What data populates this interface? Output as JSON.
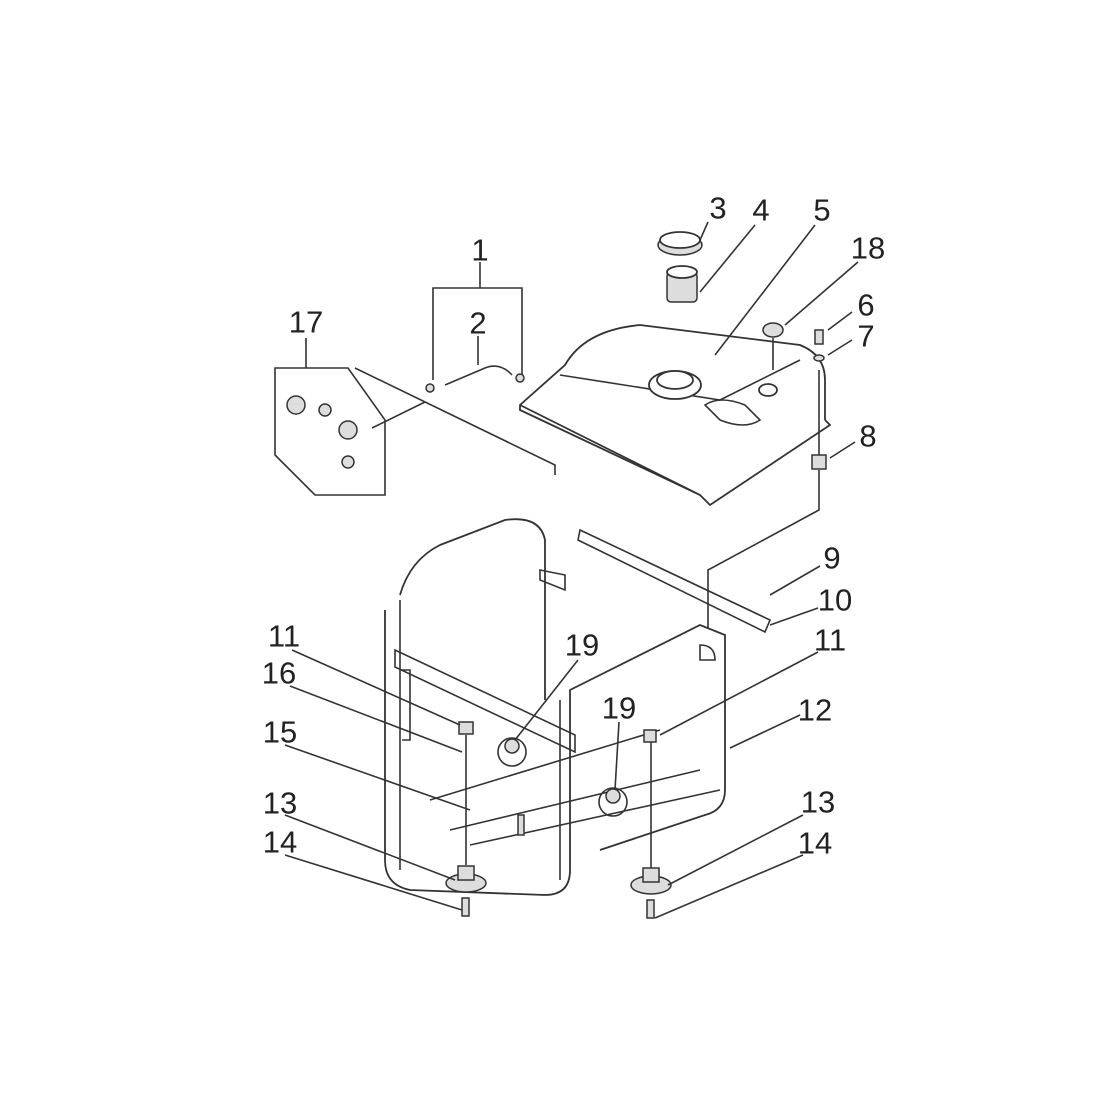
{
  "diagram": {
    "type": "exploded parts diagram",
    "callouts": {
      "c1": "1",
      "c2": "2",
      "c3": "3",
      "c4": "4",
      "c5": "5",
      "c6": "6",
      "c7": "7",
      "c8": "8",
      "c9": "9",
      "c10": "10",
      "c11a": "11",
      "c11b": "11",
      "c12": "12",
      "c13a": "13",
      "c13b": "13",
      "c14a": "14",
      "c14b": "14",
      "c15": "15",
      "c16": "16",
      "c17": "17",
      "c18": "18",
      "c19a": "19",
      "c19b": "19"
    }
  }
}
